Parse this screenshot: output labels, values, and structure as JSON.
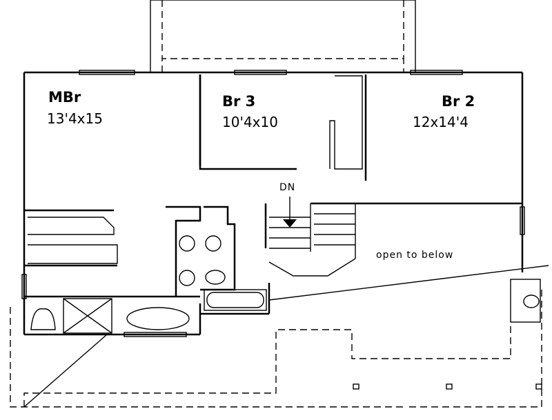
{
  "rooms": [
    {
      "name": "MBr",
      "size": "13'4x15"
    },
    {
      "name": "Br 3",
      "size": "10'4x10"
    },
    {
      "name": "Br 2",
      "size": "12x14'4"
    }
  ],
  "stair_label": "DN",
  "open_label": "open to below"
}
